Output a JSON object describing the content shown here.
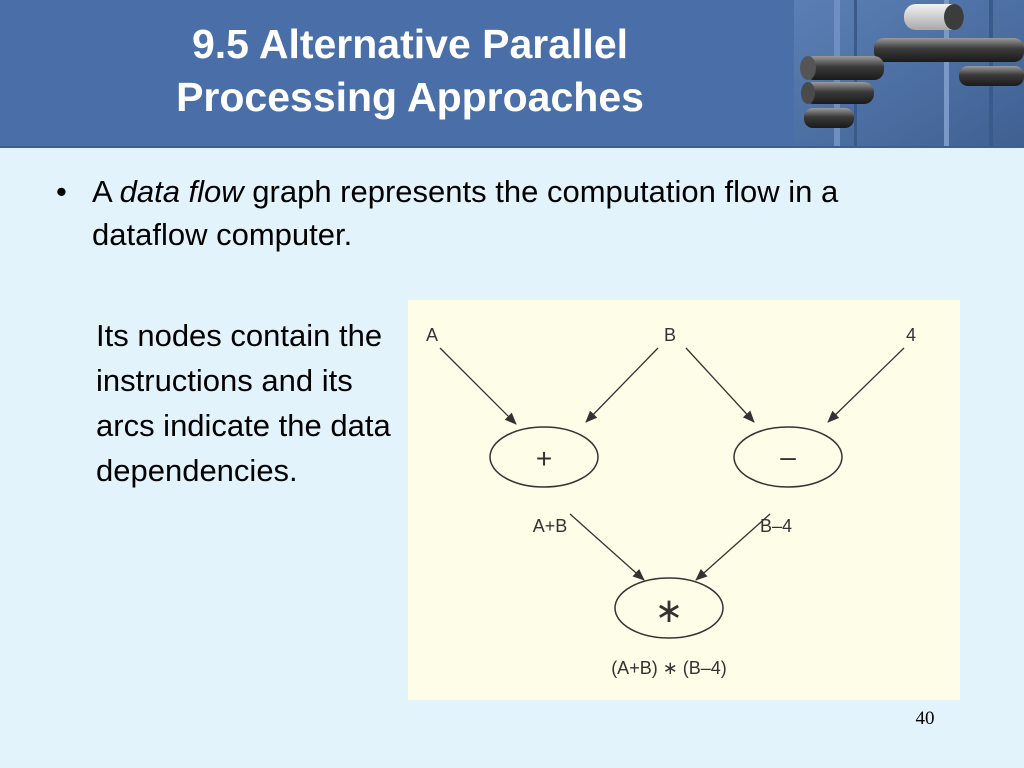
{
  "slide": {
    "title_line1": "9.5 Alternative Parallel",
    "title_line2": "Processing Approaches",
    "bullet": {
      "marker": "•",
      "pre": "A ",
      "emphasis": "data flow",
      "post": " graph represents the computation flow in a dataflow computer."
    },
    "side_text": "Its nodes contain the instructions and its arcs indicate the data dependencies.",
    "page_number": "40"
  },
  "diagram": {
    "inputs": {
      "a": "A",
      "b": "B",
      "c": "4"
    },
    "nodes": {
      "plus": "+",
      "minus": "–",
      "times": "∗"
    },
    "arcs": {
      "plus_out": "A+B",
      "minus_out": "B–4"
    },
    "result": "(A+B) ∗ (B–4)"
  },
  "colors": {
    "header": "#4a6fa8",
    "background": "#e3f3fb",
    "figure_background": "#fdfde8"
  },
  "icons": [
    "pipes-photo"
  ]
}
